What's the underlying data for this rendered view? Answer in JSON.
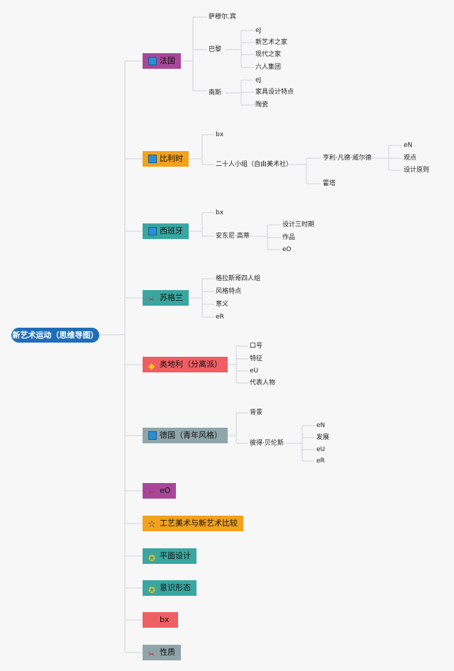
{
  "root": "新艺术运动（思维导图）",
  "colors": {
    "purple": "#a8479a",
    "orange": "#f3a21c",
    "teal": "#3aa6a0",
    "red": "#ef5e63",
    "gray": "#8fa5aa",
    "root": "#1f6db8",
    "line": "#d0d3d8"
  },
  "branches": [
    {
      "label": "法国",
      "icon": "flag-icon"
    },
    {
      "label": "比利时",
      "icon": "flag-icon"
    },
    {
      "label": "西班牙",
      "icon": "flag-icon"
    },
    {
      "label": "苏格兰",
      "icon": "tool-icon"
    },
    {
      "label": "奥地利（分离派）",
      "icon": "gem-icon"
    },
    {
      "label": "德国（青年风格）",
      "icon": "flag-icon"
    },
    {
      "label": "eO",
      "icon": "tool-icon"
    },
    {
      "label": "工艺美术与新艺术比较",
      "icon": "star-icon"
    },
    {
      "label": "平面设计",
      "icon": "medal-icon"
    },
    {
      "label": "意识形态",
      "icon": "medal-icon"
    },
    {
      "label": "bx",
      "icon": "none"
    },
    {
      "label": "性质",
      "icon": "tool-icon"
    }
  ],
  "leaves": {
    "france": [
      "萨穆尔.宾",
      "巴黎",
      "南斯"
    ],
    "paris": [
      "eJ",
      "新艺术之家",
      "现代之家",
      "六人集团"
    ],
    "nancy": [
      "eJ",
      "家具设计特点",
      "陶瓷"
    ],
    "belgium": [
      "bx",
      "二十人小组（自由美术社）"
    ],
    "group20": [
      "亨利·凡德·威尔德",
      "霍塔"
    ],
    "vandevelde": [
      "eN",
      "观点",
      "设计原则"
    ],
    "spain": [
      "bx",
      "安东尼·高蒂"
    ],
    "gaudi": [
      "设计三时期",
      "作品",
      "eO"
    ],
    "scotland": [
      "格拉斯哥四人组",
      "风格特点",
      "意义",
      "eR"
    ],
    "austria": [
      "口号",
      "特征",
      "eU",
      "代表人物"
    ],
    "germany": [
      "背景",
      "彼得·贝伦斯"
    ],
    "behrens": [
      "eN",
      "发展",
      "eU",
      "eR"
    ]
  }
}
